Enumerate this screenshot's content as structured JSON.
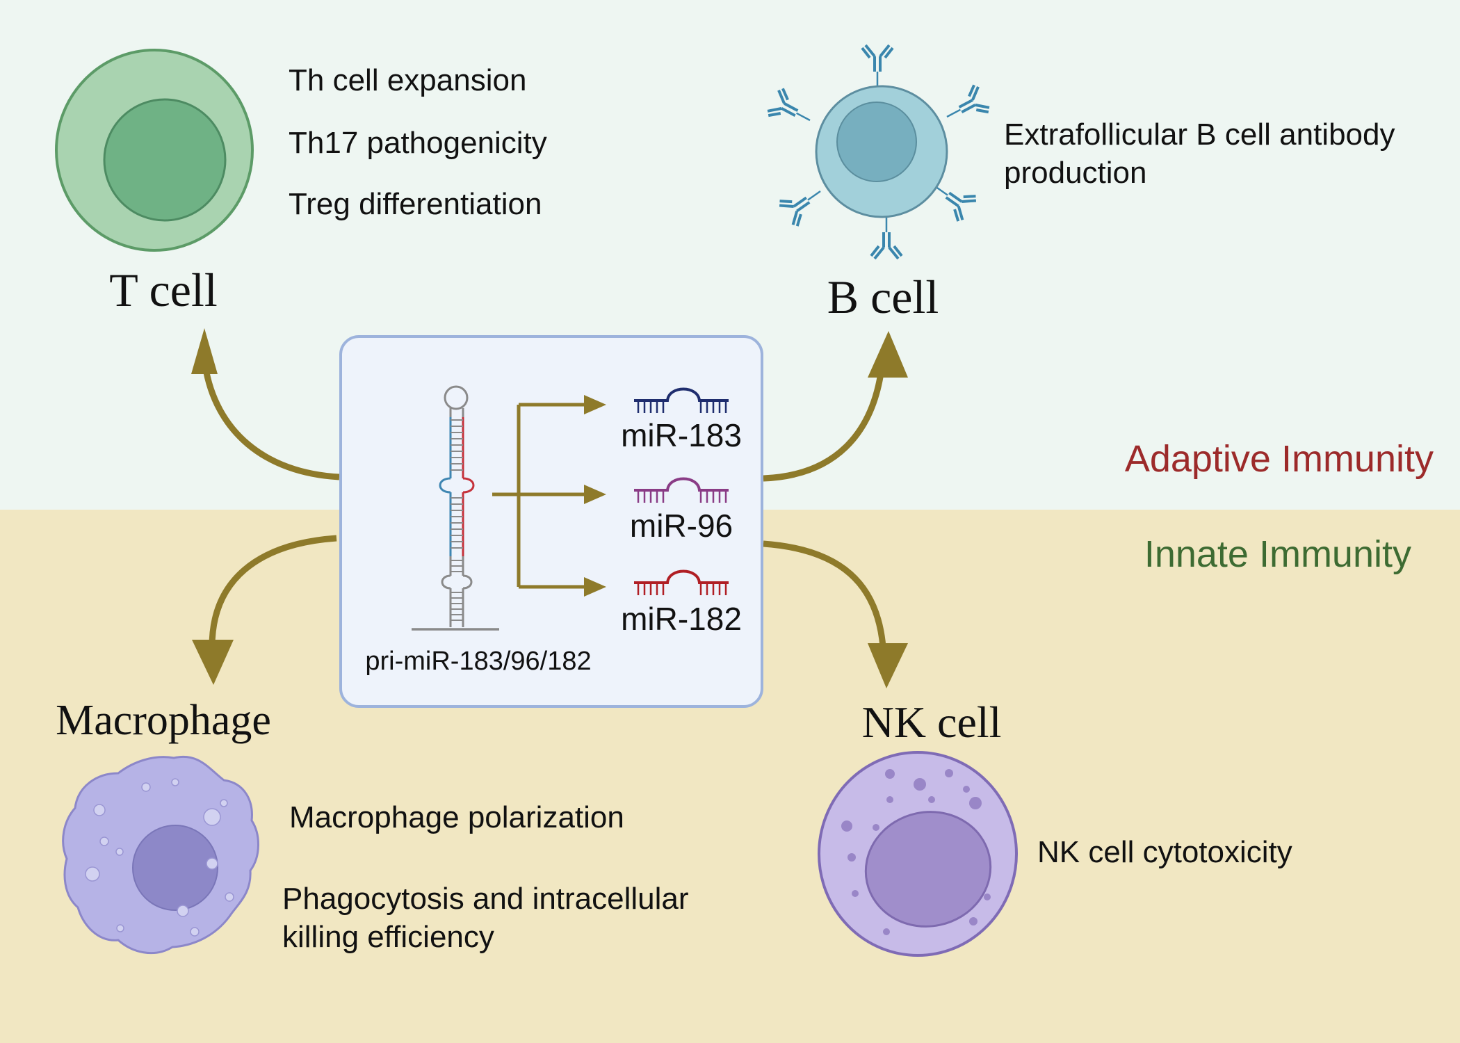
{
  "colors": {
    "adaptive_bg": "#eef6f2",
    "innate_bg": "#f1e7c2",
    "arrow": "#8e7a2a",
    "adaptive_label": "#9c2a2a",
    "innate_label": "#3d6b32",
    "t_cell_outer": "#a9d3b0",
    "t_cell_inner": "#6fb285",
    "b_cell_body": "#a2d0da",
    "b_cell_nucleus": "#77afbf",
    "antibody": "#3a86ad",
    "macrophage_body": "#b6b3e6",
    "macrophage_nucleus": "#8d88c8",
    "nk_body": "#c7bbe8",
    "nk_nucleus": "#a08ecb",
    "box_fill": "#eef3fb",
    "box_stroke": "#9db3dc",
    "mir183": "#1f2d6e",
    "mir96": "#8a3c86",
    "mir182": "#b01e24",
    "hairpin_blue": "#3f86b2",
    "hairpin_red": "#c5313a",
    "hairpin_gray": "#8a8a8a"
  },
  "regions": {
    "adaptive": "Adaptive Immunity",
    "innate": "Innate Immunity"
  },
  "t_cell": {
    "title": "T cell",
    "functions": [
      "Th cell expansion",
      "Th17 pathogenicity",
      "Treg differentiation"
    ]
  },
  "b_cell": {
    "title": "B cell",
    "functions": [
      "Extrafollicular B cell antibody",
      "production"
    ]
  },
  "macrophage": {
    "title": "Macrophage",
    "functions": [
      "Macrophage polarization",
      "Phagocytosis and intracellular",
      "killing efficiency"
    ]
  },
  "nk_cell": {
    "title": "NK cell",
    "functions": [
      "NK cell cytotoxicity"
    ]
  },
  "mirna_box": {
    "precursor": "pri-miR-183/96/182",
    "products": [
      "miR-183",
      "miR-96",
      "miR-182"
    ]
  }
}
